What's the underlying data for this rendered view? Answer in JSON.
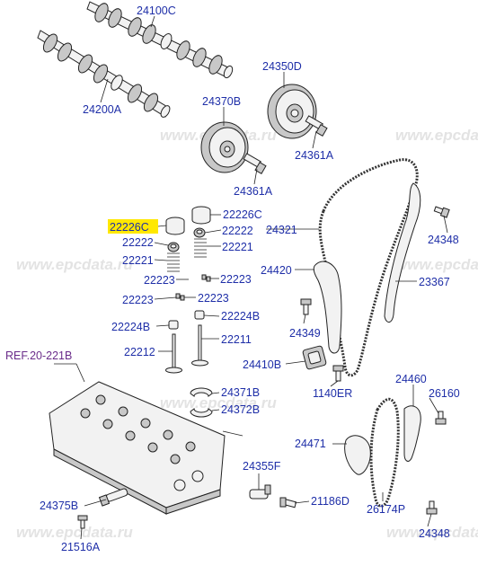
{
  "watermark": "www.epcdata.ru",
  "reference": "REF.20-221B",
  "highlighted_part": "22226C",
  "parts": {
    "p24100C": "24100C",
    "p24200A": "24200A",
    "p24350D": "24350D",
    "p24370B": "24370B",
    "p24361A_1": "24361A",
    "p24361A_2": "24361A",
    "p22226C_hl": "22226C",
    "p22226C": "22226C",
    "p24321": "24321",
    "p24348_1": "24348",
    "p22222_l": "22222",
    "p22222_r": "22222",
    "p22221_l": "22221",
    "p22221_r": "22221",
    "p22223_a": "22223",
    "p22223_b": "22223",
    "p22223_c": "22223",
    "p22223_d": "22223",
    "p24420": "24420",
    "p23367": "23367",
    "p24349": "24349",
    "p22224B_l": "22224B",
    "p22224B_r": "22224B",
    "p22212": "22212",
    "p22211": "22211",
    "p24410B": "24410B",
    "p1140ER": "1140ER",
    "p24460": "24460",
    "p26160": "26160",
    "p24371B": "24371B",
    "p24372B": "24372B",
    "p24471": "24471",
    "p24355F": "24355F",
    "p24375B": "24375B",
    "p21186D": "21186D",
    "p26174P": "26174P",
    "p21516A": "21516A",
    "p24348_2": "24348"
  }
}
